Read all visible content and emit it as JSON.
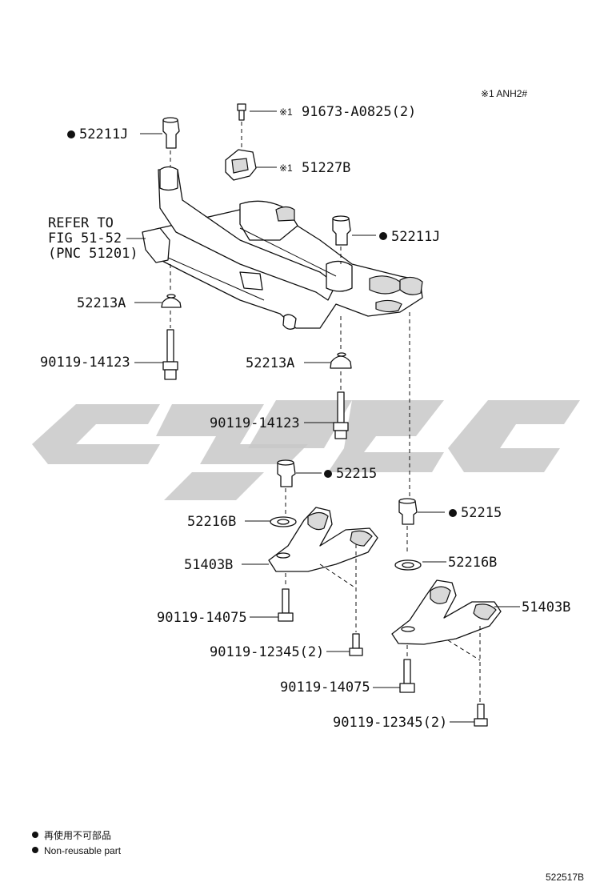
{
  "note_top": "※1 ANH2#",
  "labels": {
    "p91673": "91673-A0825(2)",
    "p51227b": "51227B",
    "p52211j_left": "52211J",
    "p52211j_right": "52211J",
    "refer_line1": "REFER TO",
    "refer_line2": "FIG 51-52",
    "refer_line3": "(PNC 51201)",
    "p52213a_left": "52213A",
    "p52213a_right": "52213A",
    "p90119_14123_left": "90119-14123",
    "p90119_14123_right": "90119-14123",
    "p52215_left": "52215",
    "p52215_right": "52215",
    "p52216b_left": "52216B",
    "p52216b_right": "52216B",
    "p51403b_left": "51403B",
    "p51403b_right": "51403B",
    "p90119_14075_left": "90119-14075",
    "p90119_14075_right": "90119-14075",
    "p90119_12345_left": "90119-12345(2)",
    "p90119_12345_right": "90119-12345(2)",
    "mark1": "※1"
  },
  "legend": {
    "line_jp": "再使用不可部品",
    "line_en": "Non-reusable part"
  },
  "figure_id": "522517B",
  "colors": {
    "ink": "#111111",
    "watermark": "#c8c8c8"
  }
}
